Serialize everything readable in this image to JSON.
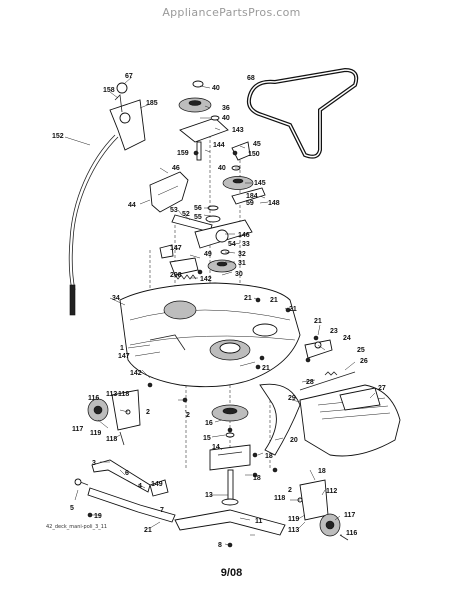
{
  "header": {
    "watermark": "AppliancePartsPros.com"
  },
  "footer": {
    "diagram_id": "42_deck_mani-poli_3_11",
    "date": "9/08"
  },
  "callouts": {
    "c67": "67",
    "c158": "158",
    "c185": "185",
    "c152": "152",
    "c40a": "40",
    "c36": "36",
    "c40b": "40",
    "c143": "143",
    "c144": "144",
    "c159": "159",
    "c45": "45",
    "c150": "150",
    "c40c": "40",
    "c145": "145",
    "c184": "184",
    "c68": "68",
    "c46": "46",
    "c44": "44",
    "c53": "53",
    "c52": "52",
    "c56": "56",
    "c55": "55",
    "c59": "59",
    "c148": "148",
    "c146": "146",
    "c54": "54",
    "c33": "33",
    "c32": "32",
    "c147a": "147",
    "c49": "49",
    "c31": "31",
    "c30": "30",
    "c142a": "142",
    "c208": "208",
    "c34": "34",
    "c21a": "21",
    "c21b": "21",
    "c21c": "21",
    "c23": "23",
    "c24": "24",
    "c1": "1",
    "c147b": "147",
    "c142b": "142",
    "c21d": "21",
    "c25": "25",
    "c26": "26",
    "c28": "28",
    "c27": "27",
    "c29": "29",
    "c113a": "113",
    "c118a": "118",
    "c116a": "116",
    "c2a": "2",
    "c117a": "117",
    "c119a": "119",
    "c118b": "118",
    "c2b": "2",
    "c16": "16",
    "c15": "15",
    "c14": "14",
    "c20": "20",
    "c18a": "18",
    "c18b": "18",
    "c18c": "18",
    "c149": "149",
    "c3": "3",
    "c6": "6",
    "c4": "4",
    "c5": "5",
    "c19": "19",
    "c21e": "21",
    "c13": "13",
    "c11": "11",
    "c8": "8",
    "c118c": "118",
    "c2c": "2",
    "c112": "112",
    "c119b": "119",
    "c117b": "117",
    "c113b": "113",
    "c116b": "116",
    "c7": "7"
  }
}
